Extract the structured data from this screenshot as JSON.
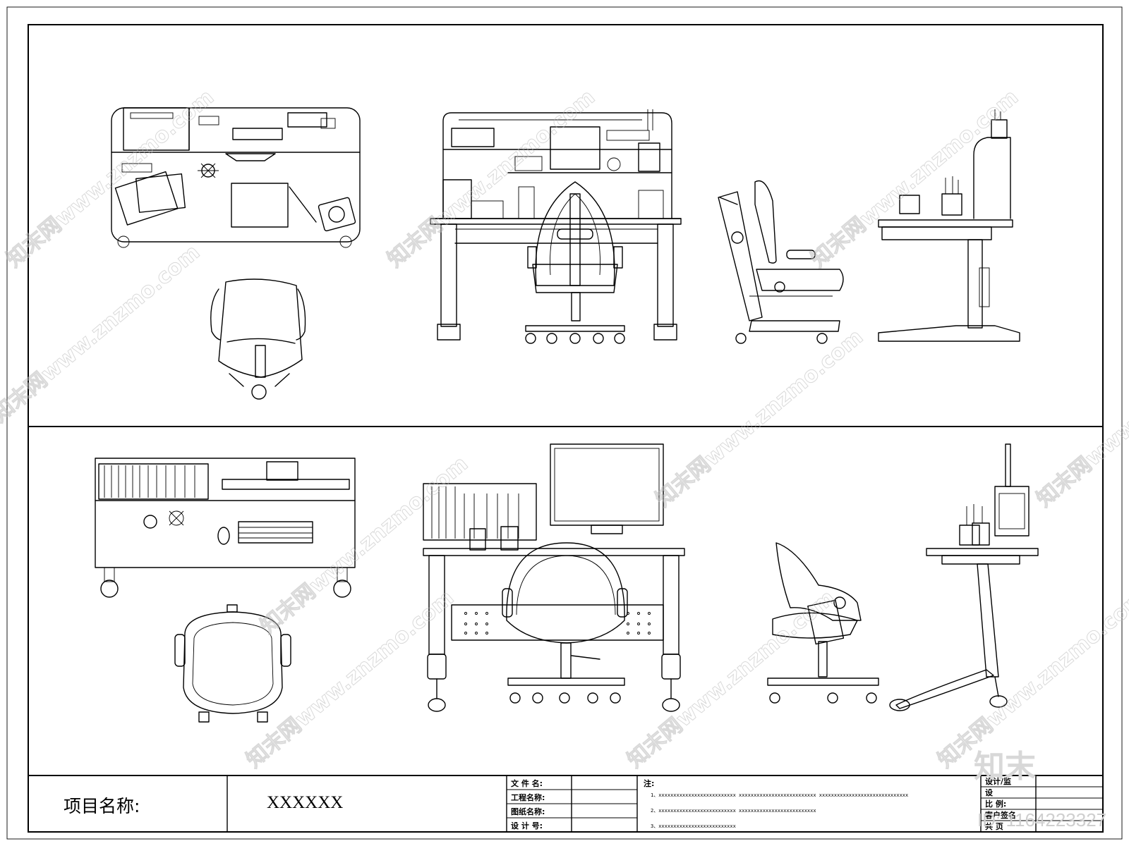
{
  "title_block": {
    "project_label": "项目名称:",
    "project_value": "XXXXXX",
    "fields": [
      "文 件 名:",
      "工程名称:",
      "图纸名称:",
      "设 计 号:"
    ],
    "notes_label": "注:",
    "notes": [
      "1、xxxxxxxxxxxxxxxxxxxxxxxxxx    xxxxxxxxxxxxxxxxxxxxxxxxxx    xxxxxxxxxxxxxxxxxxxxxxxxxxxxxx",
      "2、xxxxxxxxxxxxxxxxxxxxxxxxxx    xxxxxxxxxxxxxxxxxxxxxxxxxx",
      "3、xxxxxxxxxxxxxxxxxxxxxxxxxx"
    ],
    "right_fields": [
      "设计/监",
      "设",
      "比  例:",
      "客户签名",
      "共    页"
    ]
  },
  "watermark": {
    "text": "知末网www.znzmo.com",
    "logo": "知末",
    "id": "ID: 1164223327"
  }
}
